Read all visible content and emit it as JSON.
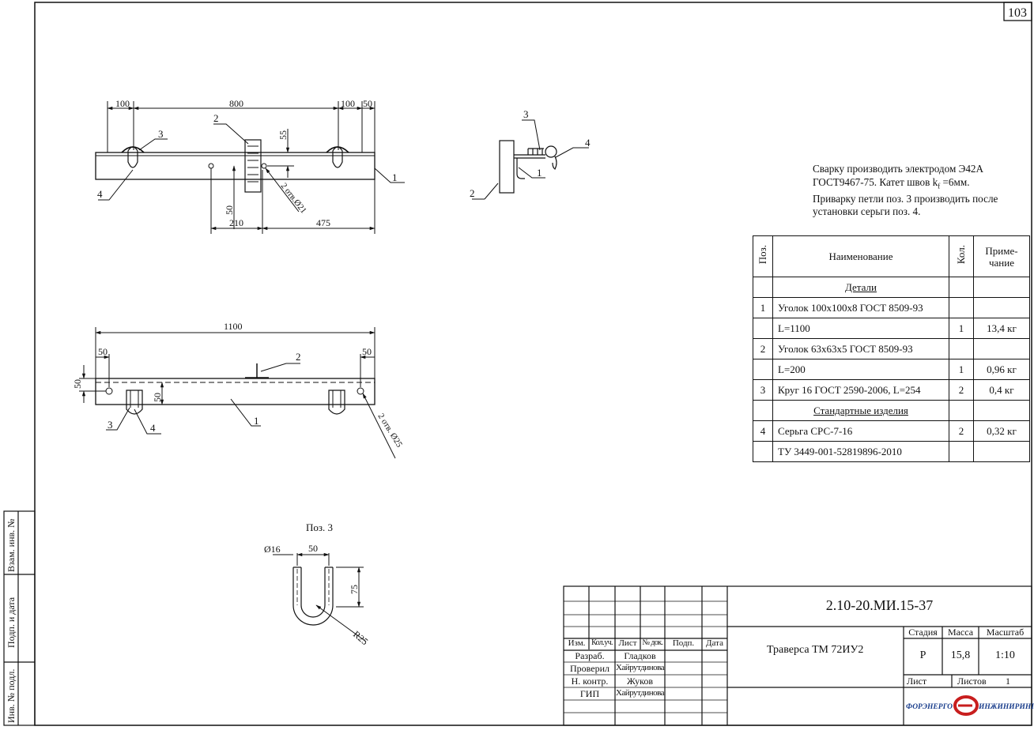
{
  "sheet_number": "103",
  "notes": {
    "line1": "Сварку производить электродом Э42А",
    "line2": "ГОСТ9467-75. Катет швов k",
    "line2_sub": "f",
    "line2_end": " =6мм.",
    "line3": "Приварку петли поз. 3 производить после",
    "line4": "установки серьги поз. 4."
  },
  "spec_table": {
    "headers": {
      "pos": "Поз.",
      "name": "Наименование",
      "qty": "Кол.",
      "note_top": "Приме-",
      "note_bottom": "чание"
    },
    "section_details": "Детали",
    "section_standard": "Стандартные изделия",
    "rows": [
      {
        "pos": "1",
        "name": "Уголок 100х100х8 ГОСТ 8509-93",
        "qty": "",
        "note": ""
      },
      {
        "pos": "",
        "name": "L=1100",
        "qty": "1",
        "note": "13,4 кг"
      },
      {
        "pos": "2",
        "name": "Уголок 63х63х5 ГОСТ 8509-93",
        "qty": "",
        "note": ""
      },
      {
        "pos": "",
        "name": "L=200",
        "qty": "1",
        "note": "0,96 кг"
      },
      {
        "pos": "3",
        "name": "Круг 16 ГОСТ 2590-2006, L=254",
        "qty": "2",
        "note": "0,4 кг"
      }
    ],
    "rows2": [
      {
        "pos": "4",
        "name": "Серьга СРС-7-16",
        "qty": "2",
        "note": "0,32 кг"
      },
      {
        "pos": "",
        "name": "ТУ 3449-001-52819896-2010",
        "qty": "",
        "note": ""
      }
    ]
  },
  "side_stamp": {
    "cell1": "Взам. инв. №",
    "cell2": "Подп. и дата",
    "cell3": "Инв. № подл."
  },
  "views": {
    "top": {
      "dims": [
        "100",
        "800",
        "100",
        "50",
        "55",
        "50",
        "210",
        "475"
      ],
      "hole_note": "2 отв.Ø21",
      "callouts": [
        "1",
        "2",
        "3",
        "4"
      ]
    },
    "side": {
      "callouts": [
        "1",
        "2",
        "3",
        "4"
      ]
    },
    "front": {
      "dims": [
        "1100",
        "50",
        "50",
        "50",
        "50"
      ],
      "hole_note": "2 отв. Ø25",
      "callouts": [
        "1",
        "2",
        "3",
        "4"
      ]
    },
    "detail": {
      "title": "Поз. 3",
      "dims": [
        "Ø16",
        "50",
        "75",
        "R25"
      ]
    }
  },
  "title_block": {
    "document_code": "2.10-20.МИ.15-37",
    "item_name": "Траверса ТМ 72ИУ2",
    "col_headers": [
      "Изм.",
      "Кол.уч.",
      "Лист",
      "№ док.",
      "Подп.",
      "Дата"
    ],
    "roles": [
      {
        "role": "Разраб.",
        "name": "Гладков"
      },
      {
        "role": "Проверил",
        "name": "Хайрутдинова"
      },
      {
        "role": "Н. контр.",
        "name": "Жуков"
      },
      {
        "role": "ГИП",
        "name": "Хайрутдинова"
      }
    ],
    "stage_label": "Стадия",
    "mass_label": "Масса",
    "scale_label": "Масштаб",
    "stage": "Р",
    "mass": "15,8",
    "scale": "1:10",
    "sheet_label": "Лист",
    "sheets_label": "Листов",
    "sheets": "1",
    "logo_left": "ФОРЭНЕРГО",
    "logo_right": "ИНЖИНИРИНГ"
  }
}
